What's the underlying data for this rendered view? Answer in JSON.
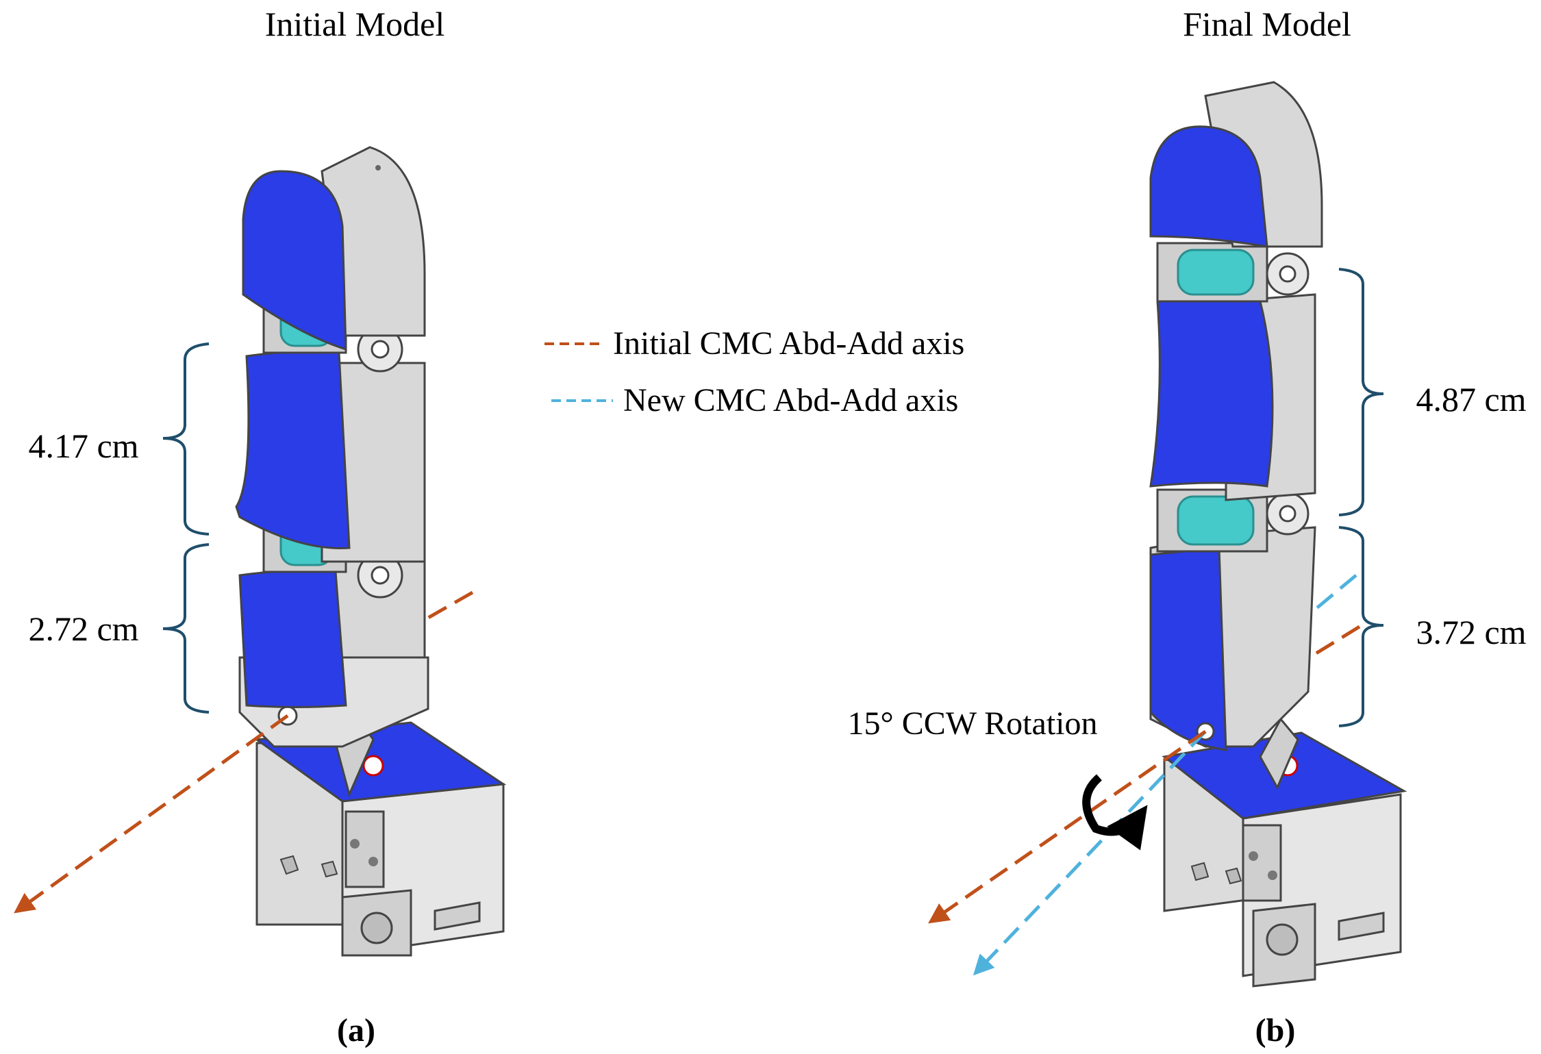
{
  "panels": {
    "a": {
      "title": "Initial Model",
      "caption": "(a)"
    },
    "b": {
      "title": "Final Model",
      "caption": "(b)"
    }
  },
  "dimensions": {
    "a_upper": "4.17 cm",
    "a_lower": "2.72 cm",
    "b_upper": "4.87 cm",
    "b_lower": "3.72 cm"
  },
  "legend": {
    "initial_axis": "Initial CMC Abd-Add axis",
    "new_axis": "New CMC Abd-Add axis"
  },
  "annotations": {
    "rotation": "15° CCW Rotation"
  },
  "colors": {
    "part_blue": "#2a3de6",
    "part_grey": "#d9d9d9",
    "outline": "#444444",
    "roller": "#45c9c9",
    "bracket": "#1f4e6b",
    "initial_axis": "#c0501a",
    "new_axis": "#4fb2dd"
  }
}
